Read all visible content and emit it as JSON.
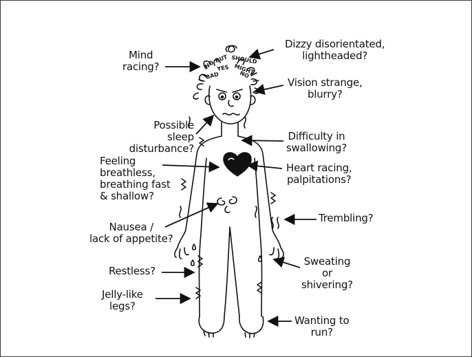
{
  "labels": {
    "mind": "Mind\nracing?",
    "dizzy": "Dizzy disorientated,\nlightheaded?",
    "vision": "Vision strange,\nblurry?",
    "sleep": "Possible\nsleep disturbance?",
    "swallow": "Difficulty in\nswallowing?",
    "breathless": "Feeling\nbreathless,\nbreathing fast\n& shallow?",
    "heart": "Heart racing,\npalpitations?",
    "trembling": "Trembling?",
    "nausea": "Nausea /\nlack of appetite?",
    "restless": "Restless?",
    "sweating": "Sweating\nor\nshivering?",
    "jelly": "Jelly-like\nlegs?",
    "run": "Wanting to\nrun?"
  },
  "head_words": [
    "NO",
    "BUT",
    "SHOULD",
    "YES",
    "MIGHT",
    "NO",
    "BAD"
  ],
  "colors": {
    "ink": "#111111",
    "frame": "#3a3a3a",
    "background": "#ffffff"
  }
}
